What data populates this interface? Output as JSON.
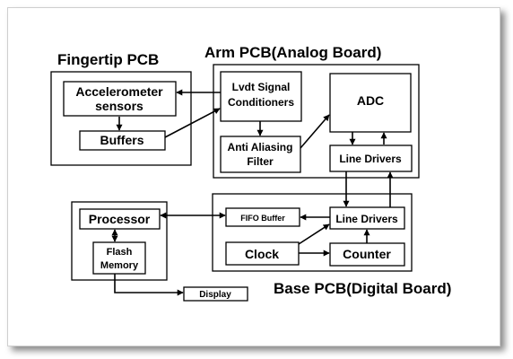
{
  "groups": {
    "fingertip": {
      "title": "Fingertip PCB"
    },
    "arm": {
      "title": "Arm PCB(Analog Board)"
    },
    "base": {
      "title": "Base PCB(Digital Board)"
    }
  },
  "blocks": {
    "accelerometer": {
      "line1": "Accelerometer",
      "line2": "sensors"
    },
    "buffers": {
      "label": "Buffers"
    },
    "lvdt": {
      "line1": "Lvdt Signal",
      "line2": "Conditioners"
    },
    "adc": {
      "label": "ADC"
    },
    "anti_aliasing": {
      "line1": "Anti Aliasing",
      "line2": "Filter"
    },
    "line_drivers_arm": {
      "label": "Line Drivers"
    },
    "processor": {
      "label": "Processor"
    },
    "flash": {
      "line1": "Flash",
      "line2": "Memory"
    },
    "fifo": {
      "label": "FIFO Buffer"
    },
    "line_drivers_base": {
      "label": "Line Drivers"
    },
    "clock": {
      "label": "Clock"
    },
    "counter": {
      "label": "Counter"
    },
    "display": {
      "label": "Display"
    }
  }
}
